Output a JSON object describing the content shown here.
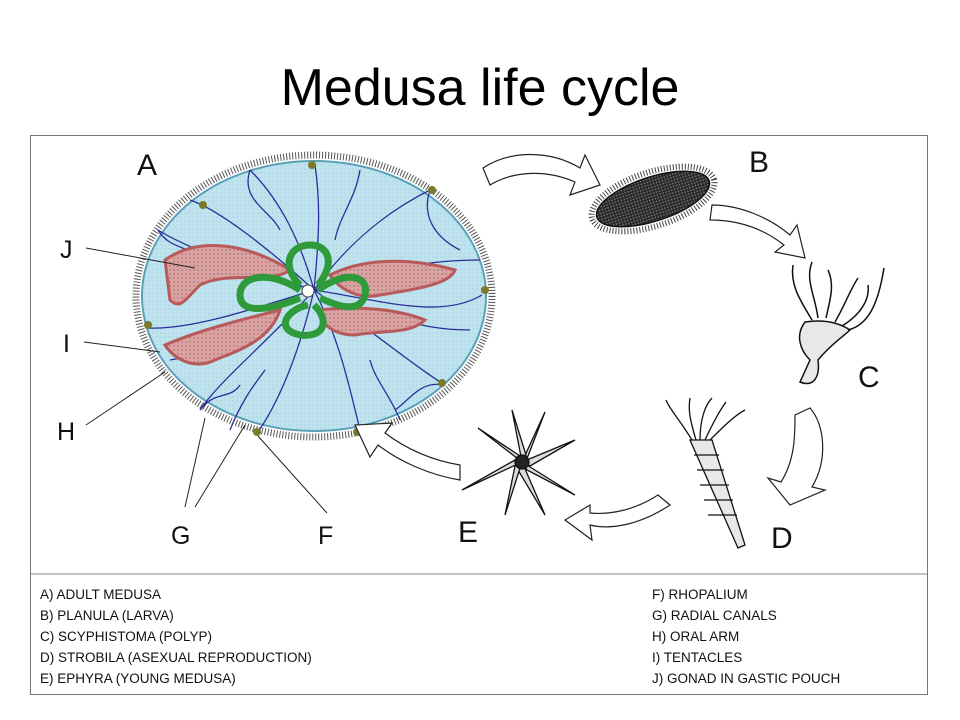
{
  "title": "Medusa life cycle",
  "stage_letters": {
    "a": "A",
    "b": "B",
    "c": "C",
    "d": "D",
    "e": "E"
  },
  "part_letters": {
    "j": "J",
    "i": "I",
    "h": "H",
    "g": "G",
    "f": "F"
  },
  "legend_left": [
    "A) ADULT MEDUSA",
    "B) PLANULA (LARVA)",
    "C) SCYPHISTOMA (POLYP)",
    "D) STROBILA (ASEXUAL REPRODUCTION)",
    "E) EPHYRA (YOUNG MEDUSA)"
  ],
  "legend_right": [
    "F) RHOPALIUM",
    "G) RADIAL CANALS",
    "H) ORAL ARM",
    "I) TENTACLES",
    "J) GONAD IN GASTIC POUCH"
  ],
  "colors": {
    "bell_fill": "#bfe3ee",
    "canal": "#2a2f9c",
    "gonad": "#b85a5a",
    "oral_ring": "#2f9a3a",
    "rhopalium": "#7a7a2a"
  }
}
